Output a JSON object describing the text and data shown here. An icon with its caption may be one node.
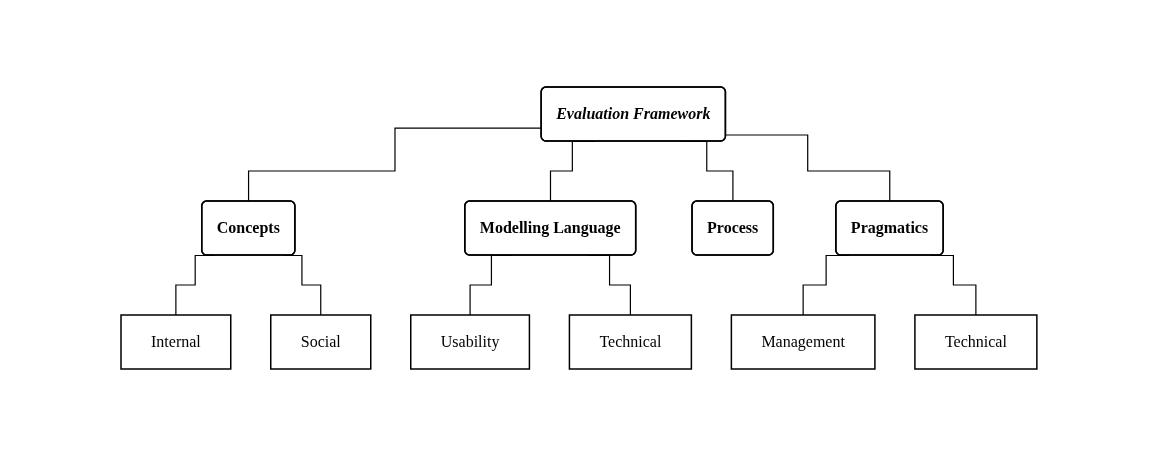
{
  "diagram": {
    "nodes": [
      {
        "text": [
          "Evaluation Framework"
        ]
      },
      {
        "text": [
          "Concepts"
        ]
      },
      {
        "text": [
          "Modelling Language"
        ]
      },
      {
        "text": [
          "Process"
        ]
      },
      {
        "text": [
          "Pragmatics"
        ]
      },
      {
        "text": [
          "Internal"
        ]
      },
      {
        "text": [
          "Social"
        ]
      },
      {
        "text": [
          "Usability"
        ]
      },
      {
        "text": [
          "Technical"
        ]
      },
      {
        "text": [
          "Management"
        ]
      },
      {
        "text": [
          "Technical"
        ]
      }
    ],
    "edges": [
      {
        "from": 0,
        "to": 1,
        "arrow": "none"
      },
      {
        "from": 0,
        "to": 2,
        "arrow": "none"
      },
      {
        "from": 0,
        "to": 3,
        "arrow": "none"
      },
      {
        "from": 0,
        "to": 4,
        "arrow": "none"
      },
      {
        "from": 1,
        "to": 5,
        "arrow": "none"
      },
      {
        "from": 1,
        "to": 6,
        "arrow": "none"
      },
      {
        "from": 2,
        "to": 7,
        "arrow": "none"
      },
      {
        "from": 2,
        "to": 8,
        "arrow": "none"
      },
      {
        "from": 4,
        "to": 9,
        "arrow": "none"
      },
      {
        "from": 4,
        "to": 10,
        "arrow": "none"
      }
    ]
  }
}
